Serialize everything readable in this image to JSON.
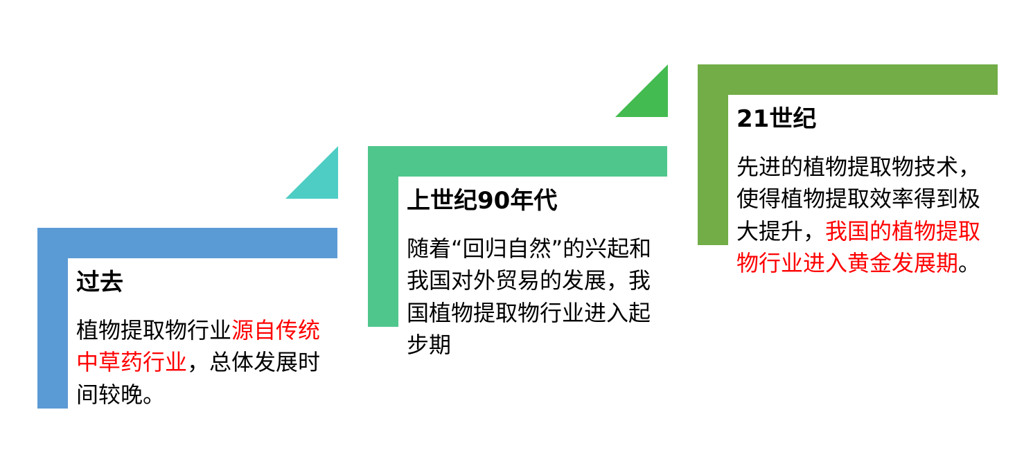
{
  "colors": {
    "stage1": "#5b9bd5",
    "stage1_triangle": "#4ecdc4",
    "stage2": "#4fc68c",
    "stage2_triangle": "#44bb50",
    "stage3": "#72ad47",
    "highlight": "#ff0000",
    "text": "#000000"
  },
  "stages": [
    {
      "title": "过去",
      "body_before": "植物提取物行业",
      "body_highlight": "源自传统中草药行业",
      "body_after": "，总体发展时间较晚。"
    },
    {
      "title": "上世纪90年代",
      "body_before": "随着“回归自然”的兴起和我国对外贸易的发展，我国植物提取物行业进入起步期",
      "body_highlight": "",
      "body_after": ""
    },
    {
      "title": "21世纪",
      "body_before": "先进的植物提取物技术，使得植物提取效率得到极大提升，",
      "body_highlight": "我国的植物提取物行业进入黄金发展期",
      "body_after": "。"
    }
  ]
}
